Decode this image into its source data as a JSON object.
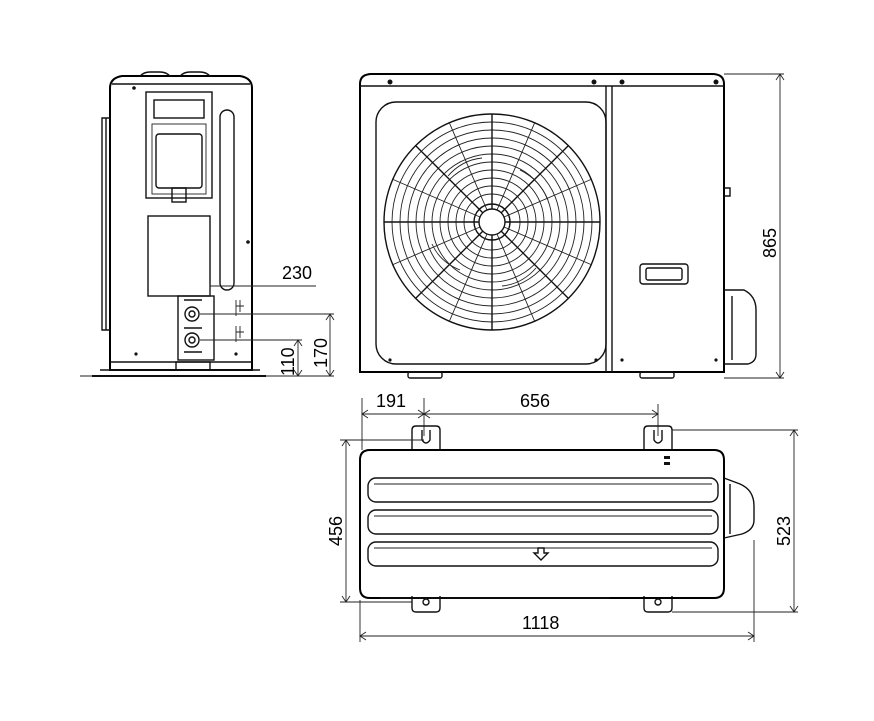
{
  "diagram": {
    "dimensions": {
      "side_pipe_depth": "230",
      "pipe_height_upper": "170",
      "pipe_height_lower": "110",
      "front_height": "865",
      "foot_offset": "191",
      "foot_spacing": "656",
      "top_depth_456": "456",
      "top_depth_523": "523",
      "top_width": "1118"
    },
    "colors": {
      "line": "#111111",
      "background": "#ffffff"
    },
    "icons": [
      "arrow-down-icon",
      "fan-grille-icon"
    ]
  }
}
